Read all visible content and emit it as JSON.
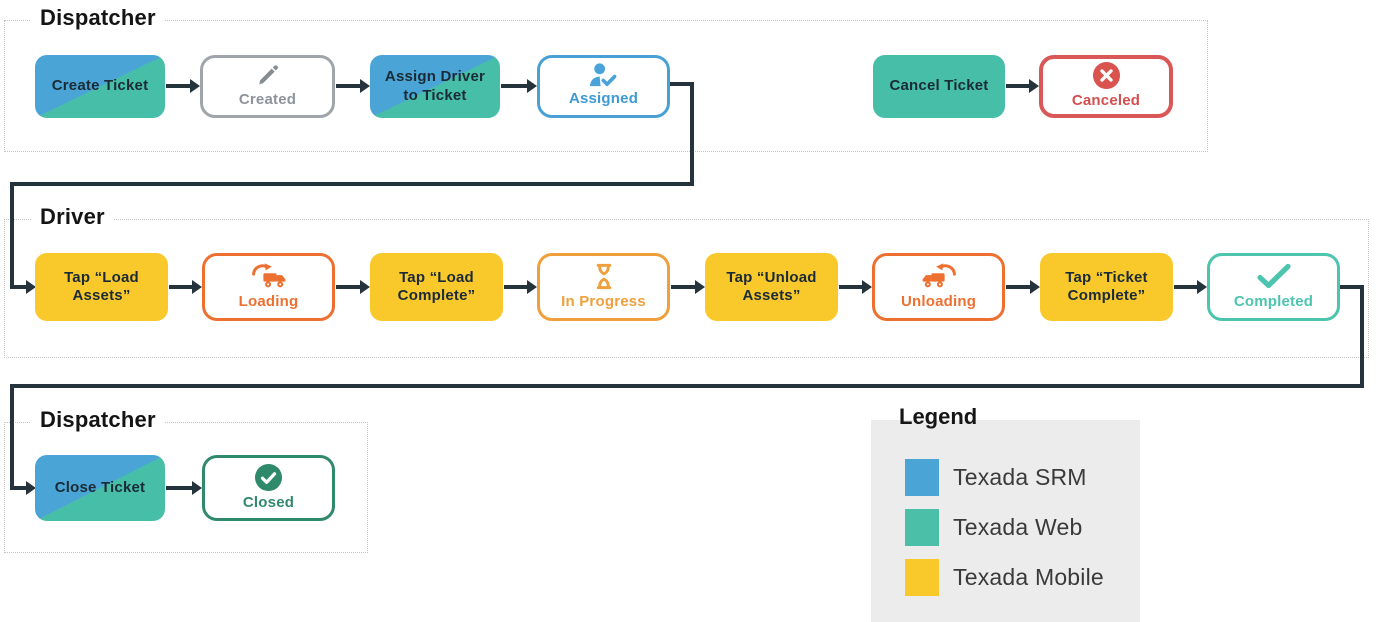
{
  "lanes": [
    {
      "title": "Dispatcher"
    },
    {
      "title": "Driver"
    },
    {
      "title": "Dispatcher"
    }
  ],
  "nodes": {
    "create_ticket": {
      "label": "Create Ticket",
      "type": "action",
      "systems": [
        "Texada SRM",
        "Texada Web"
      ]
    },
    "created": {
      "label": "Created",
      "type": "status",
      "icon": "pencil-icon",
      "color": "#9FA5AA"
    },
    "assign_driver": {
      "label": "Assign Driver to Ticket",
      "type": "action",
      "systems": [
        "Texada SRM",
        "Texada Web"
      ]
    },
    "assigned": {
      "label": "Assigned",
      "type": "status",
      "icon": "user-check-icon",
      "color": "#4AA0D5"
    },
    "cancel_ticket": {
      "label": "Cancel Ticket",
      "type": "action",
      "systems": [
        "Texada Web"
      ]
    },
    "canceled": {
      "label": "Canceled",
      "type": "status",
      "icon": "x-circle-icon",
      "color": "#D95757"
    },
    "tap_load_assets": {
      "label": "Tap “Load Assets”",
      "type": "action",
      "systems": [
        "Texada Mobile"
      ]
    },
    "loading": {
      "label": "Loading",
      "type": "status",
      "icon": "truck-cycle-icon",
      "color": "#EE7031"
    },
    "tap_load_complete": {
      "label": "Tap “Load Complete”",
      "type": "action",
      "systems": [
        "Texada Mobile"
      ]
    },
    "in_progress": {
      "label": "In Progress",
      "type": "status",
      "icon": "hourglass-icon",
      "color": "#EFA03C"
    },
    "tap_unload_assets": {
      "label": "Tap “Unload Assets”",
      "type": "action",
      "systems": [
        "Texada Mobile"
      ]
    },
    "unloading": {
      "label": "Unloading",
      "type": "status",
      "icon": "truck-cycle-icon",
      "color": "#EE7031"
    },
    "tap_ticket_complete": {
      "label": "Tap “Ticket Complete”",
      "type": "action",
      "systems": [
        "Texada Mobile"
      ]
    },
    "completed": {
      "label": "Completed",
      "type": "status",
      "icon": "check-icon",
      "color": "#4CC4AE"
    },
    "close_ticket": {
      "label": "Close Ticket",
      "type": "action",
      "systems": [
        "Texada SRM",
        "Texada Web"
      ]
    },
    "closed": {
      "label": "Closed",
      "type": "status",
      "icon": "check-circle-icon",
      "color": "#2F8A6B"
    }
  },
  "edges": [
    [
      "create_ticket",
      "created"
    ],
    [
      "created",
      "assign_driver"
    ],
    [
      "assign_driver",
      "assigned"
    ],
    [
      "assigned",
      "tap_load_assets"
    ],
    [
      "cancel_ticket",
      "canceled"
    ],
    [
      "tap_load_assets",
      "loading"
    ],
    [
      "loading",
      "tap_load_complete"
    ],
    [
      "tap_load_complete",
      "in_progress"
    ],
    [
      "in_progress",
      "tap_unload_assets"
    ],
    [
      "tap_unload_assets",
      "unloading"
    ],
    [
      "unloading",
      "tap_ticket_complete"
    ],
    [
      "tap_ticket_complete",
      "completed"
    ],
    [
      "completed",
      "close_ticket"
    ],
    [
      "close_ticket",
      "closed"
    ]
  ],
  "legend": {
    "title": "Legend",
    "items": [
      {
        "label": "Texada SRM",
        "color": "#4AA5D6"
      },
      {
        "label": "Texada Web",
        "color": "#4CBFA9"
      },
      {
        "label": "Texada Mobile",
        "color": "#F9C82B"
      }
    ]
  },
  "colors": {
    "srm_blue": "#4AA5D6",
    "web_teal": "#47BFA8",
    "mobile_yellow": "#F9C82B",
    "loading_orange": "#EE7031",
    "in_progress_amber": "#EFA03C",
    "canceled_red": "#D95757",
    "closed_green": "#2F8A6B",
    "completed_teal": "#4CC4AE",
    "created_gray": "#9FA5AA",
    "assigned_blue": "#4AA0D5",
    "connector_dark": "#25333C",
    "legend_bg": "#ECECEC"
  }
}
